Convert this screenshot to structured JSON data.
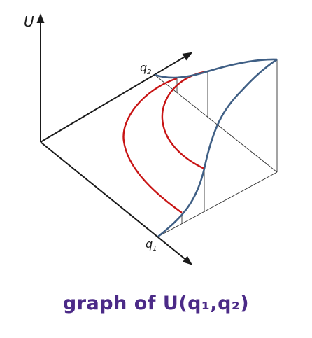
{
  "axes": {
    "u_label": "U",
    "q1_label": "q",
    "q1_subscript": "1",
    "q2_label": "q",
    "q2_subscript": "2"
  },
  "caption": "graph of U(q₁,q₂)",
  "colors": {
    "axis": "#1a1a1a",
    "surface_curve": "#3f5f85",
    "level_curve": "#c81414",
    "guide_line": "#333333",
    "caption": "#4b2a87"
  }
}
